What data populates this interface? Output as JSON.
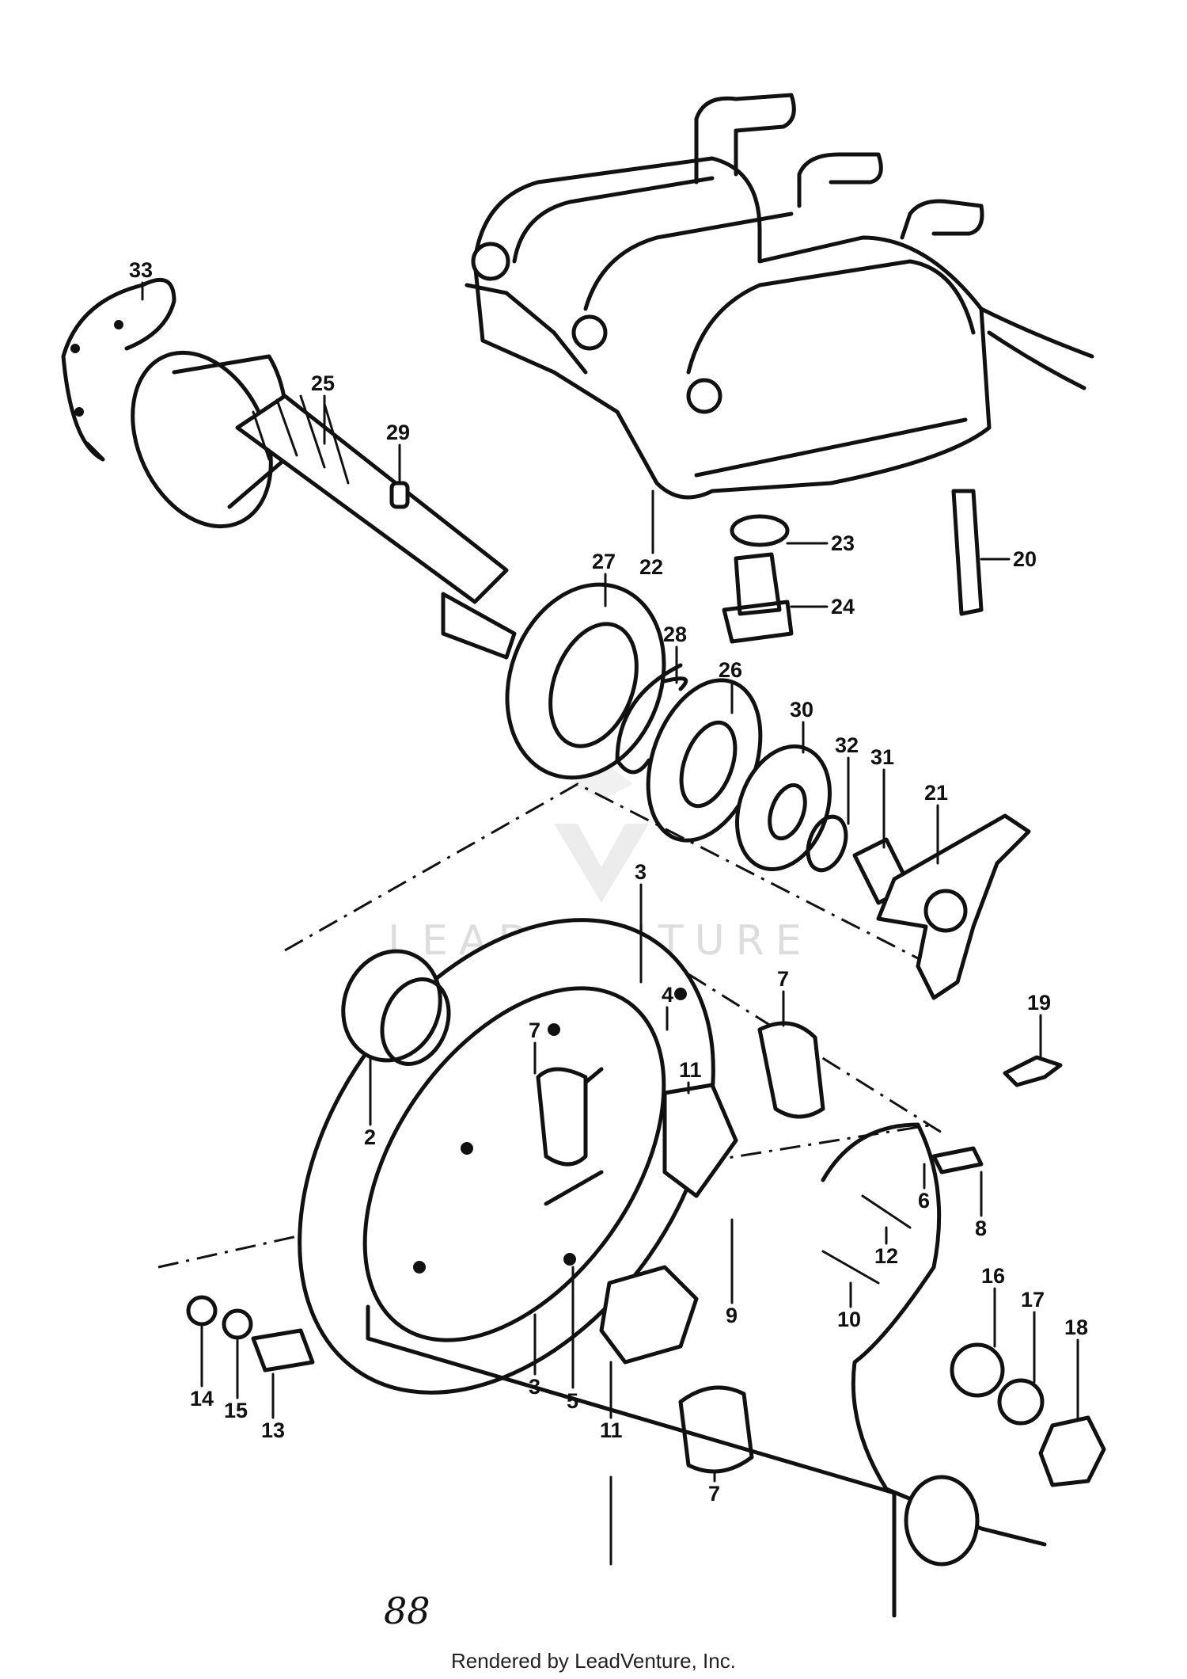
{
  "watermark": "LEADVENTURE",
  "page_number": "88",
  "footer": "Rendered by LeadVenture, Inc.",
  "callouts": [
    "33",
    "25",
    "29",
    "22",
    "23",
    "24",
    "20",
    "27",
    "28",
    "26",
    "30",
    "32",
    "31",
    "21",
    "3",
    "4",
    "7",
    "7",
    "11",
    "2",
    "6",
    "8",
    "12",
    "16",
    "17",
    "18",
    "19",
    "9",
    "10",
    "3",
    "5",
    "11",
    "7",
    "14",
    "15",
    "13"
  ]
}
